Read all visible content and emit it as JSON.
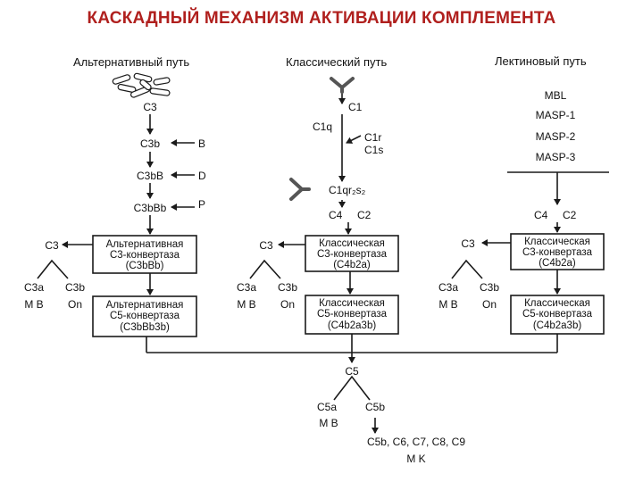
{
  "title": "КАСКАДНЫЙ МЕХАНИЗМ АКТИВАЦИИ КОМПЛЕМЕНТА",
  "colors": {
    "title": "#b0201e",
    "lines": "#1a1a1a",
    "box_fill": "#ffffff"
  },
  "icons": {
    "microbes": "bacteria-cluster-icon",
    "antibody": "antibody-y-icon"
  },
  "alternative": {
    "header": "Альтернативный путь",
    "c3": "C3",
    "c3b": "C3b",
    "b": "B",
    "c3bB": "C3bB",
    "d": "D",
    "c3bBb": "C3bBb",
    "p": "P",
    "side_c3": "C3",
    "c3a": "C3a",
    "mb": "M B",
    "c3b_out": "C3b",
    "op": "On",
    "conv3": [
      "Альтернативная",
      "C3-конвертаза",
      "(C3bBb)"
    ],
    "conv5": [
      "Альтернативная",
      "C5-конвертаза",
      "(C3bBb3b)"
    ]
  },
  "classical": {
    "header": "Классический путь",
    "c1": "C1",
    "c1q": "C1q",
    "c1r": "C1r",
    "c1s": "C1s",
    "c1qr2s2": "C1qr₂s₂",
    "c4": "C4",
    "c2": "C2",
    "side_c3": "C3",
    "c3a": "C3a",
    "mb": "M B",
    "c3b_out": "C3b",
    "op": "On",
    "conv3": [
      "Классическая",
      "C3-конвертаза",
      "(C4b2a)"
    ],
    "conv5": [
      "Классическая",
      "C5-конвертаза",
      "(C4b2a3b)"
    ]
  },
  "lectin": {
    "header": "Лектиновый путь",
    "mbl": "MBL",
    "masp1": "MASP-1",
    "masp2": "MASP-2",
    "masp3": "MASP-3",
    "c4": "C4",
    "c2": "C2",
    "side_c3": "C3",
    "c3a": "C3a",
    "mb": "M B",
    "c3b_out": "C3b",
    "op": "On",
    "conv3": [
      "Классическая",
      "C3-конвертаза",
      "(C4b2a)"
    ],
    "conv5": [
      "Классическая",
      "C5-конвертаза",
      "(C4b2a3b)"
    ]
  },
  "terminal": {
    "c5": "C5",
    "c5a": "C5a",
    "c5b": "C5b",
    "mb": "M B",
    "complex": "C5b, C6, C7, C8, C9",
    "mk": "M K"
  }
}
